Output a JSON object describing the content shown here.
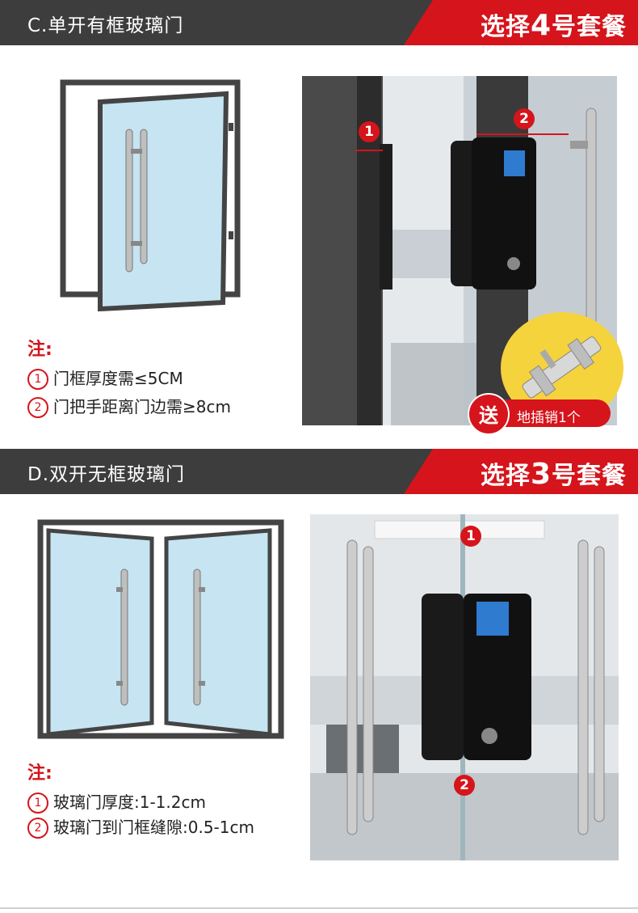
{
  "section_c": {
    "title": "C.单开有框玻璃门",
    "package_prefix": "选择",
    "package_number": "4",
    "package_suffix": "号套餐",
    "notes_title": "注:",
    "notes": [
      {
        "marker": "1",
        "text": "门框厚度需≤5CM"
      },
      {
        "marker": "2",
        "text": "门把手距离门边需≥8cm"
      }
    ],
    "photo_labels": [
      "1",
      "2"
    ],
    "gift_label": "送",
    "gift_text": "地插销1个"
  },
  "section_d": {
    "title": "D.双开无框玻璃门",
    "package_prefix": "选择",
    "package_number": "3",
    "package_suffix": "号套餐",
    "notes_title": "注:",
    "notes": [
      {
        "marker": "1",
        "text": "玻璃门厚度:1-1.2cm"
      },
      {
        "marker": "2",
        "text": "玻璃门到门框缝隙:0.5-1cm"
      }
    ],
    "photo_labels": [
      "1",
      "2"
    ]
  },
  "colors": {
    "band": "#3d3d3d",
    "accent_red": "#d6141b",
    "glass": "#c6e4f2",
    "gift_yellow": "#f5d33c"
  }
}
